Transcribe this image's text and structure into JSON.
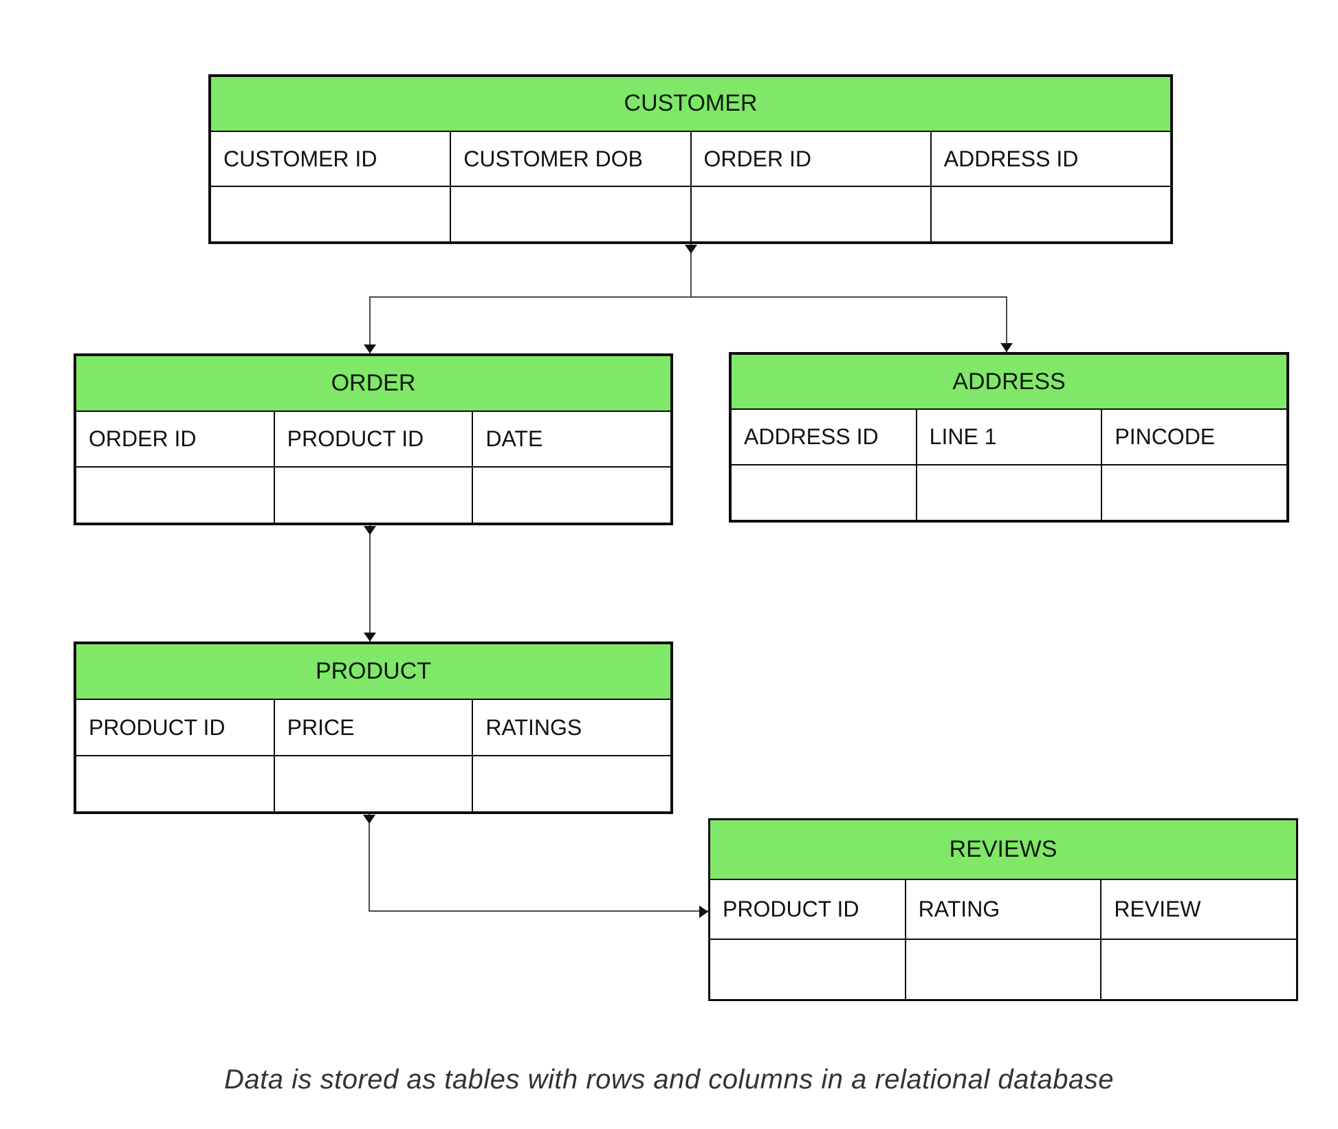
{
  "diagram": {
    "tables": [
      {
        "id": "customer",
        "title": "CUSTOMER",
        "columns": [
          "CUSTOMER ID",
          "CUSTOMER DOB",
          "ORDER ID",
          "ADDRESS ID"
        ]
      },
      {
        "id": "order",
        "title": "ORDER",
        "columns": [
          "ORDER ID",
          "PRODUCT ID",
          "DATE"
        ]
      },
      {
        "id": "address",
        "title": "ADDRESS",
        "columns": [
          "ADDRESS ID",
          "LINE 1",
          "PINCODE"
        ]
      },
      {
        "id": "product",
        "title": "PRODUCT",
        "columns": [
          "PRODUCT ID",
          "PRICE",
          "RATINGS"
        ]
      },
      {
        "id": "reviews",
        "title": "REVIEWS",
        "columns": [
          "PRODUCT ID",
          "RATING",
          "REVIEW"
        ]
      }
    ],
    "relationships": [
      {
        "from": "CUSTOMER",
        "to": "ORDER"
      },
      {
        "from": "CUSTOMER",
        "to": "ADDRESS"
      },
      {
        "from": "ORDER",
        "to": "PRODUCT"
      },
      {
        "from": "PRODUCT",
        "to": "REVIEWS"
      }
    ],
    "caption": "Data is stored as tables with rows and columns in a relational database",
    "colors": {
      "header_green": "#80e868",
      "table_border": "#0d0d0d",
      "connector": "#4a4a4a",
      "caption_text": "#333333"
    }
  }
}
